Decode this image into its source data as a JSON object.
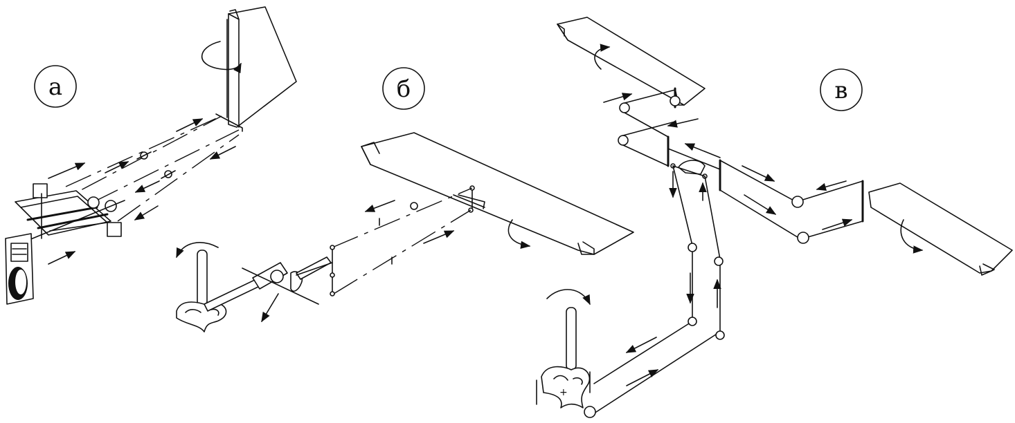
{
  "labels": {
    "a": "а",
    "b": "б",
    "c": "в"
  }
}
